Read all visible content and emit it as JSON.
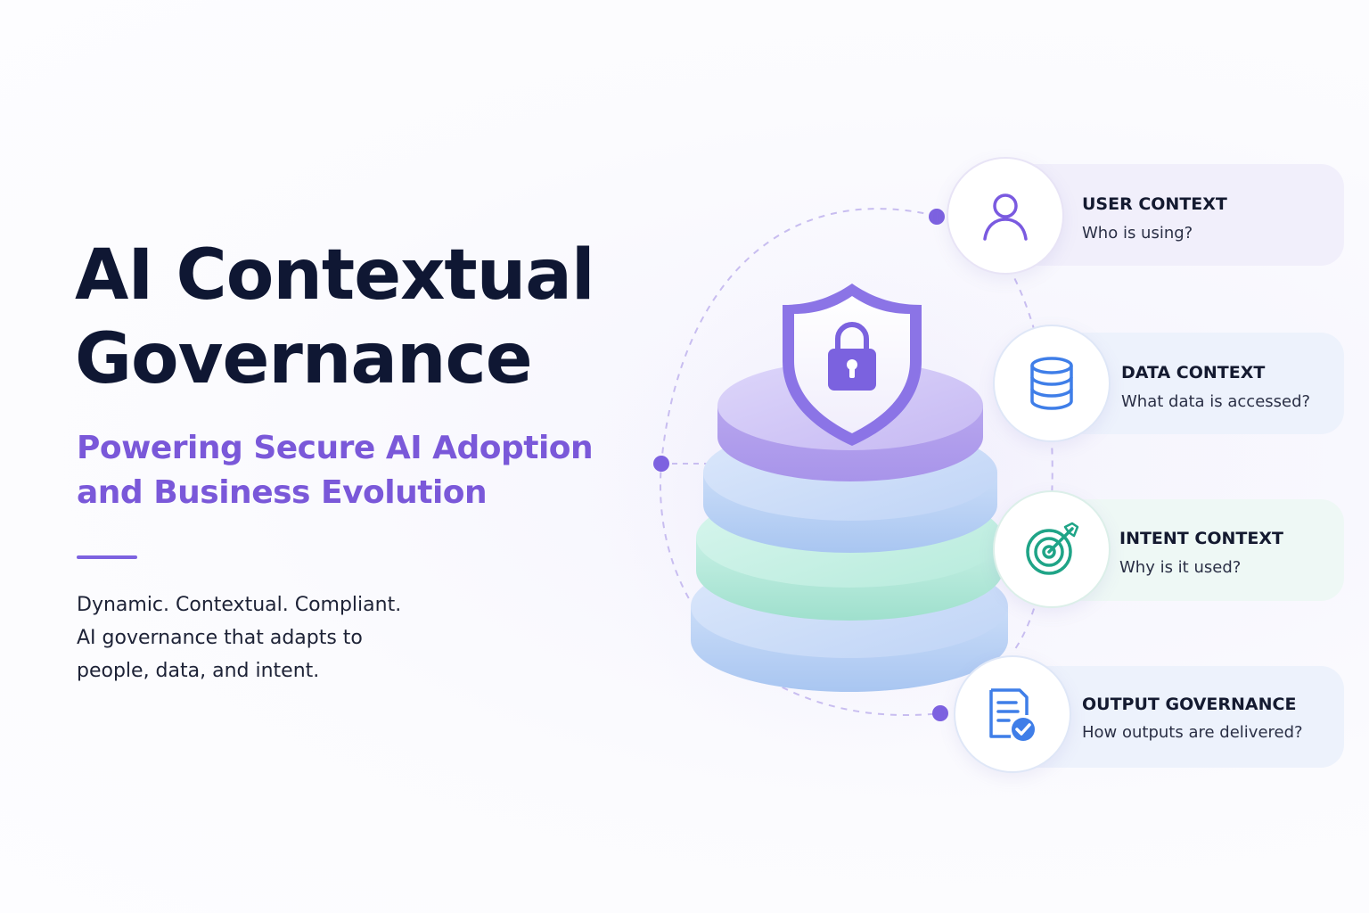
{
  "hero": {
    "title_line1": "AI Contextual",
    "title_line2": "Governance",
    "subtitle_line1": "Powering Secure AI Adoption",
    "subtitle_line2": "and Business Evolution",
    "tagline_line1": "Dynamic. Contextual. Compliant.",
    "tagline_line2": "AI governance that adapts to",
    "tagline_line3": "people, data, and intent."
  },
  "center_graphic": {
    "shield_icon": "shield-lock-icon",
    "layers": [
      "purple",
      "blue",
      "green",
      "blue"
    ]
  },
  "contexts": [
    {
      "title": "USER CONTEXT",
      "description": "Who is using?",
      "icon": "user-icon",
      "accent": "#7a5ae0"
    },
    {
      "title": "DATA CONTEXT",
      "description": "What data is accessed?",
      "icon": "database-icon",
      "accent": "#3f7ee8"
    },
    {
      "title": "INTENT CONTEXT",
      "description": "Why is it used?",
      "icon": "target-icon",
      "accent": "#1fa487"
    },
    {
      "title": "OUTPUT GOVERNANCE",
      "description": "How outputs are delivered?",
      "icon": "document-check-icon",
      "accent": "#3f7ee8"
    }
  ],
  "colors": {
    "title": "#0f1733",
    "subtitle": "#7a58d9",
    "accent_purple": "#7d62e0",
    "dashed_line": "#c8bdf0"
  }
}
